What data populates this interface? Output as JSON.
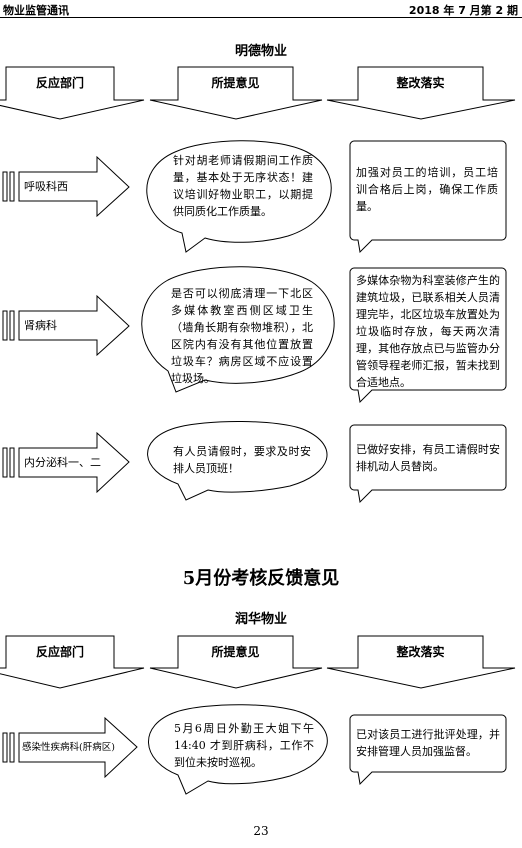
{
  "header": {
    "left": "物业监管通讯",
    "right": "2018 年 7 月第 2 期"
  },
  "section1": {
    "title": "明德物业",
    "columns": [
      "反应部门",
      "所提意见",
      "整改落实"
    ],
    "rows": [
      {
        "dept": "呼吸科西",
        "opinion": "针对胡老师请假期间工作质量，基本处于无序状态！建议培训好物业职工，以期提供同质化工作质量。",
        "action": "加强对员工的培训，员工培训合格后上岗，确保工作质量。"
      },
      {
        "dept": "肾病科",
        "opinion": "是否可以彻底清理一下北区多媒体教室西侧区域卫生（墙角长期有杂物堆积），北区院内有没有其他位置放置垃圾车？病房区域不应设置垃圾场。",
        "action": "多媒体杂物为科室装修产生的建筑垃圾，已联系相关人员清理完毕，北区垃圾车放置处为垃圾临时存放，每天两次清理，其他存放点已与监管办分管领导程老师汇报，暂未找到合适地点。"
      },
      {
        "dept": "内分泌科一、二",
        "opinion": "有人员请假时，要求及时安排人员顶班！",
        "action": "已做好安排，有员工请假时安排机动人员替岗。"
      }
    ]
  },
  "feedback_title": "5月份考核反馈意见",
  "section2": {
    "title": "润华物业",
    "columns": [
      "反应部门",
      "所提意见",
      "整改落实"
    ],
    "rows": [
      {
        "dept": "感染性疾病科(肝病区)",
        "opinion": "5月6周日外勤王大姐下午14:40 才到肝病科，工作不到位未按时巡视。",
        "action": "已对该员工进行批评处理，并安排管理人员加强监督。"
      }
    ]
  },
  "page_number": "23"
}
